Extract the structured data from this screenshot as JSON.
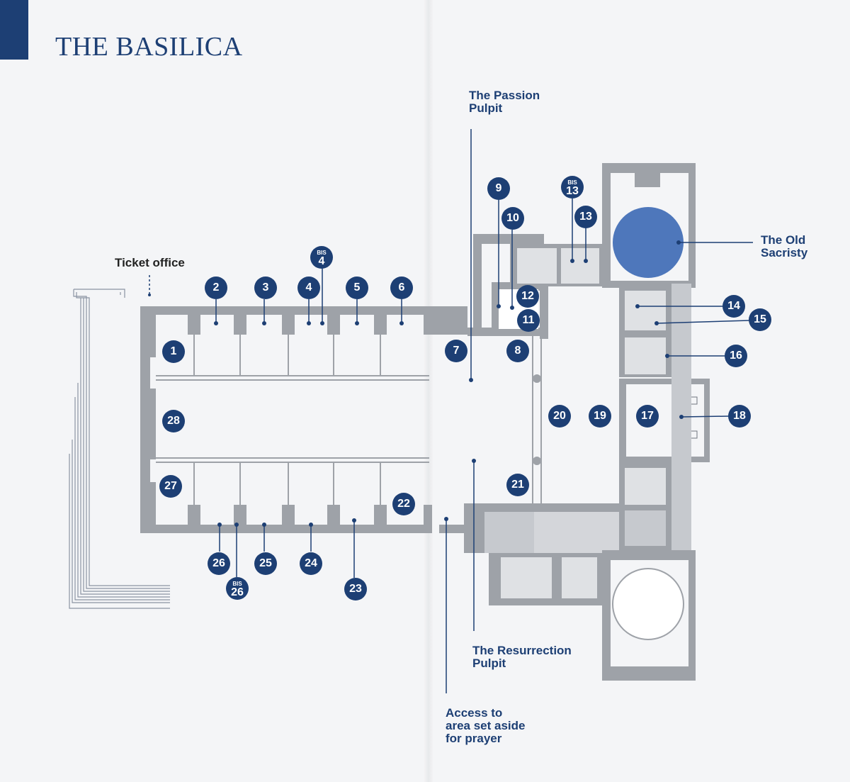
{
  "title": "THE BASILICA",
  "labels": {
    "ticket_office": "Ticket office",
    "passion_pulpit": "The Passion\nPulpit",
    "old_sacristy": "The Old\nSacristy",
    "resurrection_pulpit": "The Resurrection\nPulpit",
    "prayer_access": "Access to\narea set aside\nfor prayer"
  },
  "markers": {
    "m1": "1",
    "m2": "2",
    "m3": "3",
    "m4": "4",
    "m4bis": "4",
    "m5": "5",
    "m6": "6",
    "m7": "7",
    "m8": "8",
    "m9": "9",
    "m10": "10",
    "m11": "11",
    "m12": "12",
    "m13": "13",
    "m13bis": "13",
    "m14": "14",
    "m15": "15",
    "m16": "16",
    "m17": "17",
    "m18": "18",
    "m19": "19",
    "m20": "20",
    "m21": "21",
    "m22": "22",
    "m23": "23",
    "m24": "24",
    "m25": "25",
    "m26": "26",
    "m26bis": "26",
    "m27": "27",
    "m28": "28"
  },
  "bis_tag": "BIS",
  "colors": {
    "accent": "#1d3f74",
    "wall": "#9ea2a8",
    "old_sacristy_fill": "#4e77bb",
    "paper": "#f4f5f7"
  }
}
